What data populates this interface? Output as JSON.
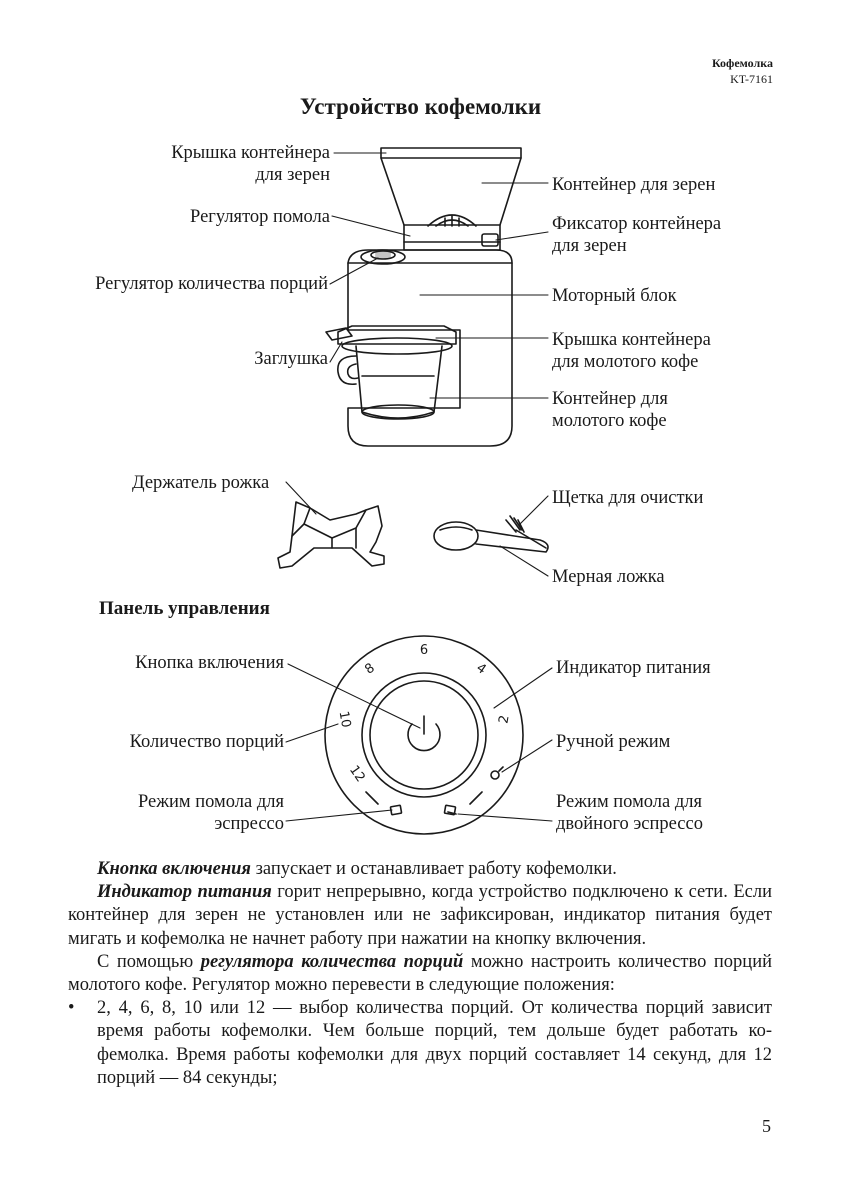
{
  "header": {
    "brand": "Кофемолка",
    "model": "KT-7161"
  },
  "title": "Устройство кофемолки",
  "device_labels": {
    "bean_lid_line1": "Крышка контейнера",
    "bean_lid_line2": "для зерен",
    "grind_regulator": "Регулятор помола",
    "portion_regulator": "Регулятор количества порций",
    "plug": "Заглушка",
    "bean_container": "Контейнер для зерен",
    "bean_lock_line1": "Фиксатор контейнера",
    "bean_lock_line2": "для зерен",
    "motor_unit": "Моторный блок",
    "ground_lid_line1": "Крышка контейнера",
    "ground_lid_line2": "для молотого кофе",
    "ground_container_line1": "Контейнер для",
    "ground_container_line2": "молотого кофе",
    "holder": "Держатель рожка",
    "brush": "Щетка для очистки",
    "spoon": "Мерная ложка"
  },
  "control_panel": {
    "heading": "Панель управления",
    "power_button": "Кнопка включения",
    "portion_count": "Количество порций",
    "espresso_mode_line1": "Режим помола для",
    "espresso_mode_line2": "эспрессо",
    "power_indicator": "Индикатор питания",
    "manual_mode": "Ручной режим",
    "double_mode_line1": "Режим помола для",
    "double_mode_line2": "двойного эспрессо",
    "dial_numbers": [
      "2",
      "4",
      "6",
      "8",
      "10",
      "12"
    ]
  },
  "body": {
    "p1_term": "Кнопка включения",
    "p1_rest": " запускает и останавливает работу кофемолки.",
    "p2_term": "Индикатор питания",
    "p2_rest": " горит непрерывно, когда устройство подключено к сети. Если контейнер для зерен не установлен или не зафиксирован, индикатор питания будет мигать и кофемолка не начнет работу при нажатии на кнопку включения.",
    "p3_start": "С помощью ",
    "p3_term": "регулятора количества порций",
    "p3_rest": " можно настроить количество пор­ций молотого кофе. Регулятор можно перевести в следующие положения:",
    "bullet_char": "•",
    "bullet1": "2, 4, 6, 8, 10 или 12 — выбор количества порций. От количества порций зависит время работы кофемолки. Чем больше порций, тем дольше будет работать ко­фемолка. Время работы кофемолки для двух порций составляет 14 секунд, для 12 порций — 84 секунды;"
  },
  "page_number": "5"
}
